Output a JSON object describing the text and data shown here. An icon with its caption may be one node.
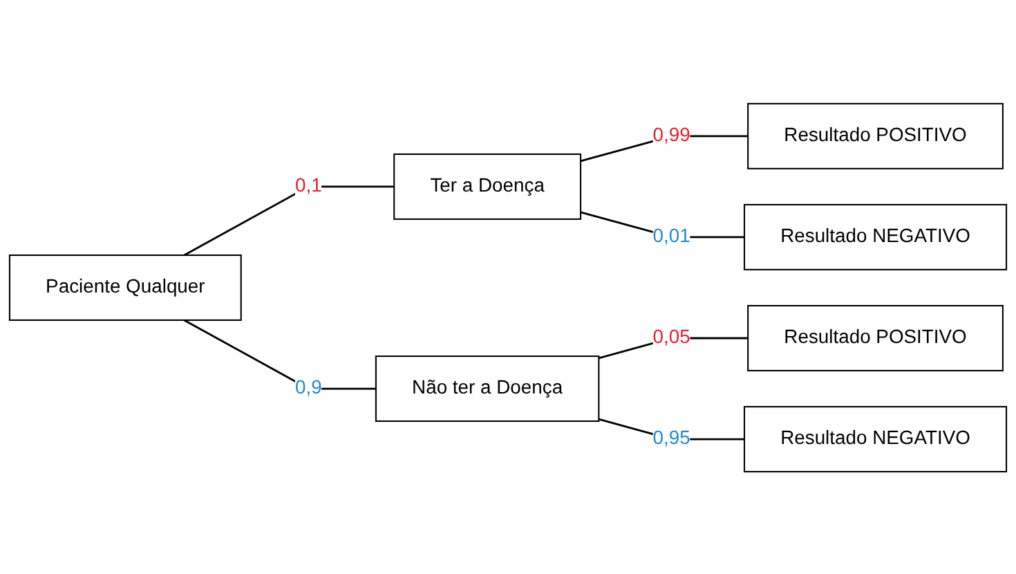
{
  "diagram": {
    "nodes": [
      {
        "text": [
          "Paciente Qualquer"
        ]
      },
      {
        "text": [
          "Ter a Doença"
        ]
      },
      {
        "text": [
          "Resultado POSITIVO"
        ]
      },
      {
        "text": [
          "Resultado NEGATIVO"
        ]
      },
      {
        "text": [
          "Não ter a Doença"
        ]
      },
      {
        "text": [
          "Resultado POSITIVO"
        ]
      },
      {
        "text": [
          "Resultado NEGATIVO"
        ]
      }
    ],
    "edges": [
      {
        "from": 0,
        "to": 1,
        "arrow": "none",
        "label": "0,1"
      },
      {
        "from": 0,
        "to": 4,
        "arrow": "none",
        "label": "0,9"
      },
      {
        "from": 1,
        "to": 2,
        "arrow": "none",
        "label": "0,99"
      },
      {
        "from": 1,
        "to": 3,
        "arrow": "none",
        "label": "0,01"
      },
      {
        "from": 4,
        "to": 5,
        "arrow": "none",
        "label": "0,05"
      },
      {
        "from": 4,
        "to": 6,
        "arrow": "none",
        "label": "0,95"
      }
    ]
  }
}
